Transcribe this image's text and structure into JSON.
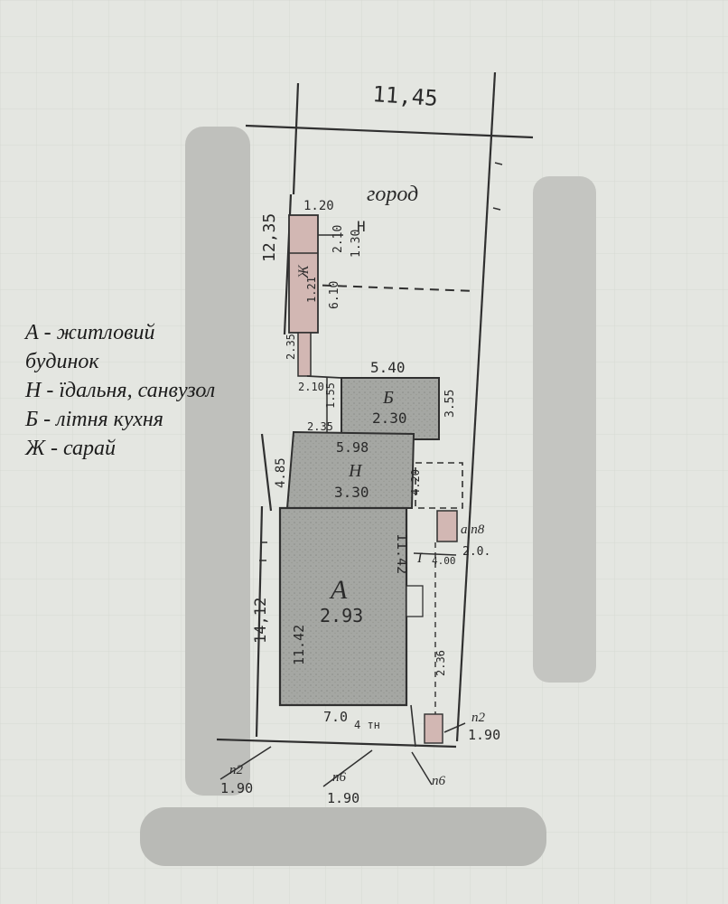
{
  "legend": [
    {
      "line1": "А - житловий",
      "line2": "будинок"
    },
    {
      "line1": "Н - їдальня, санвузол"
    },
    {
      "line1": "Б - літня кухня"
    },
    {
      "line1": "Ж - сарай"
    }
  ],
  "plan": {
    "top_width": "11,45",
    "garden_label": "город",
    "left_top_side": "12,35",
    "dim_1_20": "1.20",
    "dim_2_10": "2.10",
    "n_small_label": "Н",
    "n_small_height": "1.30",
    "zh_label": "Ж",
    "zh_height": "1.21",
    "dim_6_10": "6.10",
    "dim_2_35": "2.35",
    "dim_2_10b": "2.10",
    "dim_1_55": "1.55",
    "dim_5_40": "5.40",
    "b_label": "Б",
    "b_height": "2.30",
    "dim_3_55": "3.55",
    "dim_2_35b": "2.35",
    "dim_5_98": "5.98",
    "dim_4_85": "4.85",
    "n_label": "Н",
    "n_height": "3.30",
    "dim_4_20": "4.20",
    "annex_label": "а п8",
    "annex_height": "2.0.",
    "porch_label": "I",
    "porch_value": "4.00",
    "a_label": "А",
    "a_height": "2.93",
    "dim_11_42_left": "11.42",
    "dim_11_42_right": "11.42",
    "dim_14_12": "14,12",
    "dim_7_0": "7.0",
    "dim_4_tn": "4 тн",
    "fence1_label": "п2",
    "fence1_height": "1.90",
    "fence2_label": "п2",
    "fence2_height": "1.90",
    "fence3_label": "п6",
    "fence3_height": "1.90",
    "gate_label": "п6",
    "side_2_36": "2.36"
  }
}
